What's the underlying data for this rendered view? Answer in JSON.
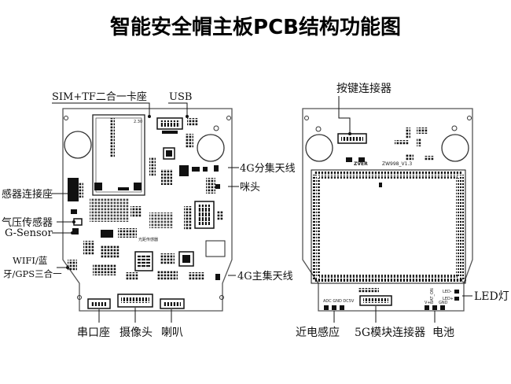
{
  "title": "智能安全帽主板PCB结构功能图",
  "left_labels": {
    "sim_tf": "SIM+TF二合一卡座",
    "usb": "USB",
    "antenna_4g_div": "4G分集天线",
    "mic": "咪头",
    "sensor_conn": "感器连接座",
    "barometer": "气压传感器",
    "gsensor": "G-Sensor",
    "wifi_line1": "WIFI/蓝",
    "wifi_line2": "牙/GPS三合一",
    "antenna_4g_main": "4G主集天线",
    "serial": "串口座",
    "camera": "摄像头",
    "speaker": "喇叭"
  },
  "right_labels": {
    "key_conn": "按键连接器",
    "led": "LED灯",
    "proximity": "近电感应",
    "module_5g": "5G模块连接器",
    "battery": "电池"
  },
  "silk": {
    "light_sensor": "光距传感器",
    "model": "ZW998_V1.3",
    "brand": "ZVER",
    "adc": "ADC GND DC5V",
    "v_plus": "V+",
    "bat_on": "BAT_ON",
    "gnd": "GND",
    "led_minus": "LED-",
    "led_plus": "LED+",
    "num_230": "2.30"
  }
}
